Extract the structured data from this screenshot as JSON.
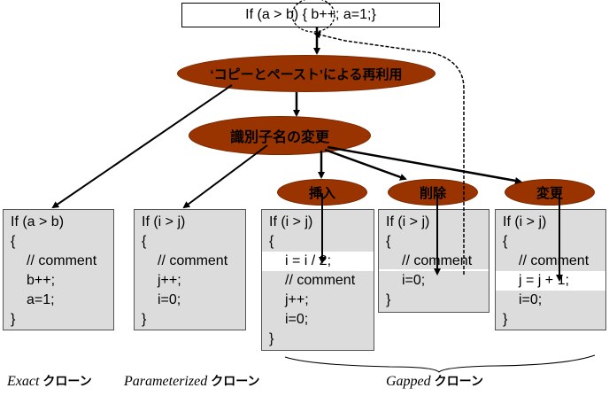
{
  "top_code": "If (a > b) { b++; a=1;}",
  "ellipses": {
    "reuse": "‘コピーとペースト’による再利用",
    "rename": "識別子名の変更",
    "insert": "挿入",
    "delete": "削除",
    "modify": "変更"
  },
  "boxes": {
    "exact": [
      "If (a > b)",
      "{",
      "// comment",
      "b++;",
      "a=1;",
      "}"
    ],
    "parameterized": [
      "If (i > j)",
      "{",
      "// comment",
      "j++;",
      "i=0;",
      "}"
    ],
    "insert": [
      "If (i > j)",
      "{",
      "i = i / 2;",
      "// comment",
      "j++;",
      "i=0;",
      "}"
    ],
    "delete": [
      "If (i > j)",
      "{",
      "// comment",
      "i=0;",
      "}"
    ],
    "modify": [
      "If (i > j)",
      "{",
      "// comment",
      "j = j + 1;",
      "i=0;",
      "}"
    ]
  },
  "captions": {
    "exact_en": "Exact",
    "exact_ja": "クローン",
    "param_en": "Parameterized",
    "param_ja": "クローン",
    "gapped_en": "Gapped",
    "gapped_ja": "クローン"
  },
  "colors": {
    "ellipse_fill": "#993300",
    "box_fill": "#dcdcdc"
  }
}
